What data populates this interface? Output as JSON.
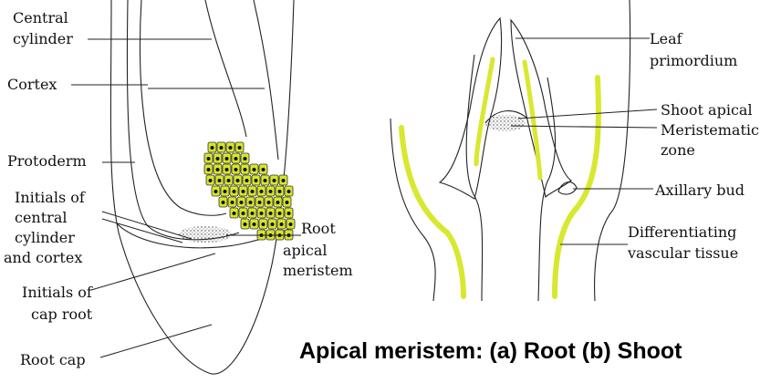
{
  "caption": "Apical meristem: (a) Root (b) Shoot",
  "root_labels": {
    "central_cylinder": [
      "Central",
      "cylinder"
    ],
    "cortex": [
      "Cortex"
    ],
    "protoderm": [
      "Protoderm"
    ],
    "initials_cc": [
      "Initials of",
      "central",
      "cylinder",
      "and cortex"
    ],
    "initials_cap": [
      "Initials of",
      "cap root"
    ],
    "root_cap": [
      "Root cap"
    ],
    "root_apical_meristem": [
      "Root",
      "apical",
      "meristem"
    ]
  },
  "shoot_labels": {
    "leaf_primordium": [
      "Leaf",
      "primordium"
    ],
    "shoot_apical": [
      "Shoot apical"
    ],
    "meristematic_zone": [
      "Meristematic",
      "zone"
    ],
    "axillary_bud": [
      "Axillary bud"
    ],
    "differentiating_vascular": [
      "Differentiating",
      "vascular tissue"
    ]
  },
  "colors": {
    "cell_fill": "#d6e62a",
    "cell_nucleus": "#111111",
    "vascular_strand": "#d8e830",
    "line": "#222222"
  }
}
